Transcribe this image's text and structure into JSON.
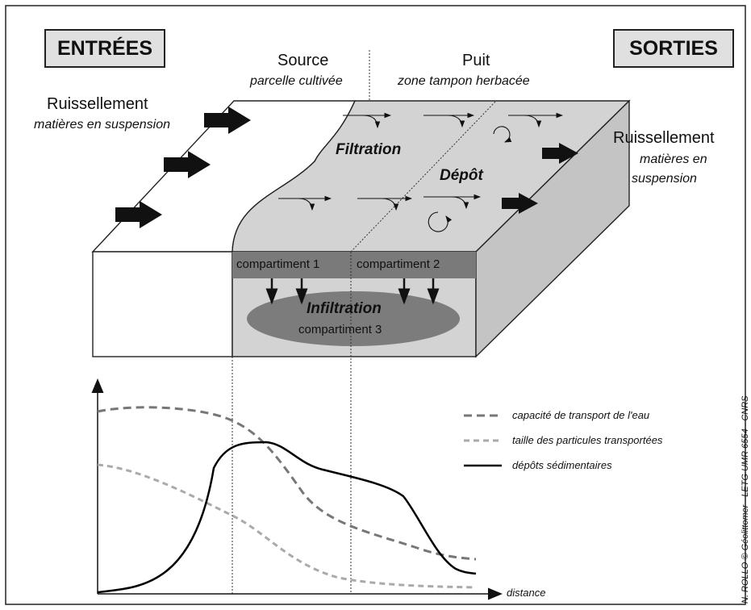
{
  "inputs_label": "ENTRÉES",
  "outputs_label": "SORTIES",
  "source": {
    "title": "Source",
    "subtitle": "parcelle cultivée"
  },
  "sink": {
    "title": "Puit",
    "subtitle": "zone tampon herbacée"
  },
  "runoff_in": {
    "title": "Ruissellement",
    "subtitle": "matières en suspension"
  },
  "runoff_out": {
    "title": "Ruissellement",
    "subtitle_line1": "matières en",
    "subtitle_line2": "suspension"
  },
  "processes": {
    "filtration": "Filtration",
    "deposit": "Dépôt",
    "infiltration": "Infiltration"
  },
  "compartments": {
    "c1": "compartiment 1",
    "c2": "compartiment 2",
    "c3": "compartiment 3"
  },
  "legend": [
    {
      "label": "capacité de transport de l'eau",
      "style": "dashed",
      "color": "#777777"
    },
    {
      "label": "taille des particules transportées",
      "style": "dashed",
      "color": "#aaaaaa"
    },
    {
      "label": "dépôts sédimentaires",
      "style": "solid",
      "color": "#000000"
    }
  ],
  "x_axis_label": "distance",
  "credit": "N. ROLLO © Géolittomer - LETG UMR 6554 - CNRS",
  "colors": {
    "buffer_fill": "#d3d3d3",
    "compartment_band": "#7a7a7a",
    "ellipse": "#7c7c7c"
  }
}
